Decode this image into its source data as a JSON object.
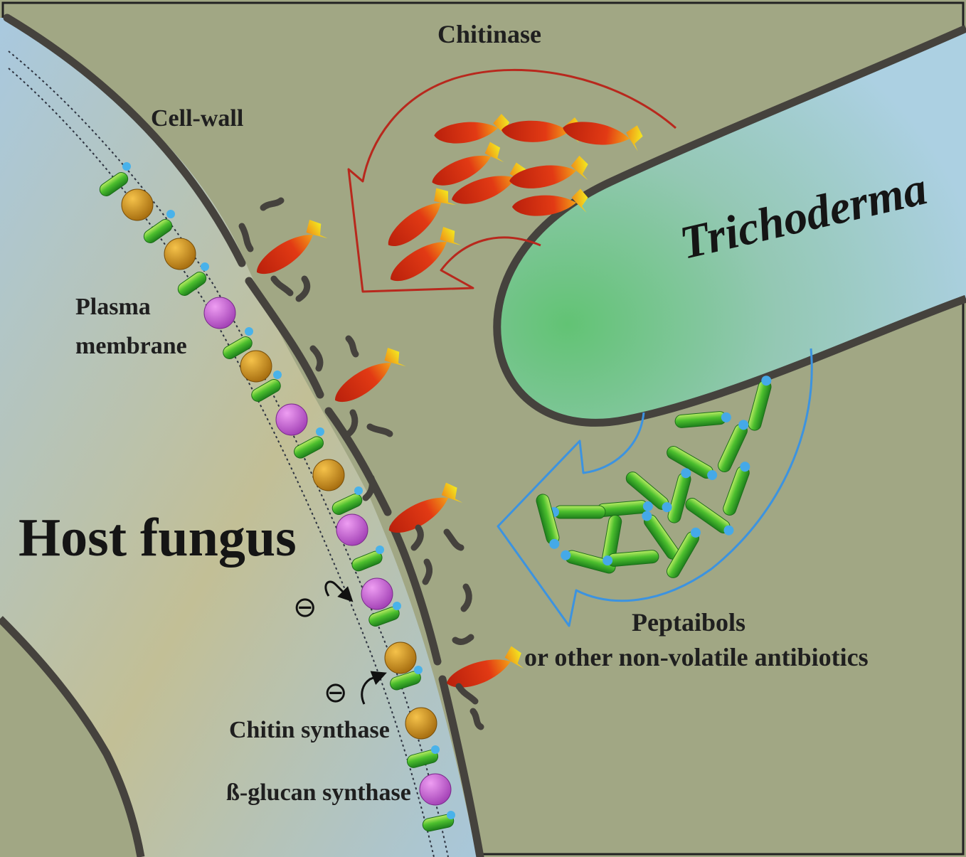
{
  "labels": {
    "chitinase": "Chitinase",
    "cell_wall": "Cell-wall",
    "trichoderma": "Trichoderma",
    "plasma_membrane_line1": "Plasma",
    "plasma_membrane_line2": "membrane",
    "host_fungus": "Host fungus",
    "peptaibols_line1": "Peptaibols",
    "peptaibols_line2": "or other non-volatile antibiotics",
    "chitin_synthase": "Chitin synthase",
    "glucan_synthase": "ß-glucan synthase",
    "inhibit_symbol": "⊖"
  },
  "colors": {
    "background": "#a1a784",
    "host_cytoplasm": "#a9c9dc",
    "host_cytoplasm_center": "#c4c094",
    "trichoderma_fill_edge": "#acd0e2",
    "trichoderma_fill_center": "#6cc47c",
    "wall": "#45423d",
    "chitinase_red": "#d72a0f",
    "chitinase_yellow": "#f0e61c",
    "chitinase_arrow": "#b8281d",
    "peptaibol_arrow": "#3c93e0",
    "peptaibol_green": "#3fae2a",
    "peptaibol_cap": "#45a9e8",
    "chitin_synthase": "#c78f1c",
    "glucan_synthase": "#c55fd0",
    "channel_green": "#39b834"
  }
}
